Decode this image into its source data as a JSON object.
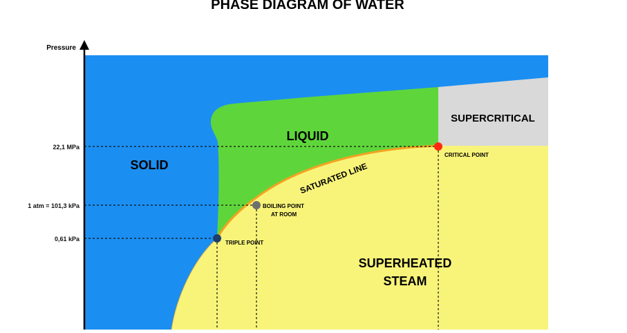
{
  "title": "PHASE DIAGRAM OF WATER",
  "axis": {
    "y_label": "Pressure"
  },
  "pressure_ticks": [
    "22,1 MPa",
    "1 atm = 101,3 kPa",
    "0,61 kPa"
  ],
  "regions": {
    "solid": "SOLID",
    "liquid": "LIQUID",
    "supercritical": "SUPERCRITICAL",
    "steam_line1": "SUPERHEATED",
    "steam_line2": "STEAM"
  },
  "curve_label": "SATURATED LINE",
  "points": {
    "critical": "CRITICAL POINT",
    "boiling_line1": "BOILING POINT",
    "boiling_line2": "AT ROOM",
    "triple": "TRIPLE POINT"
  },
  "colors": {
    "solid": "#1b8ef2",
    "liquid": "#5ed63b",
    "steam": "#f8f47a",
    "supercritical": "#d9d9d9",
    "saturated_line": "#f4a321",
    "critical_point": "#ff2a10",
    "boiling_point": "#6f6f6f",
    "triple_point": "#1d3f6b"
  }
}
